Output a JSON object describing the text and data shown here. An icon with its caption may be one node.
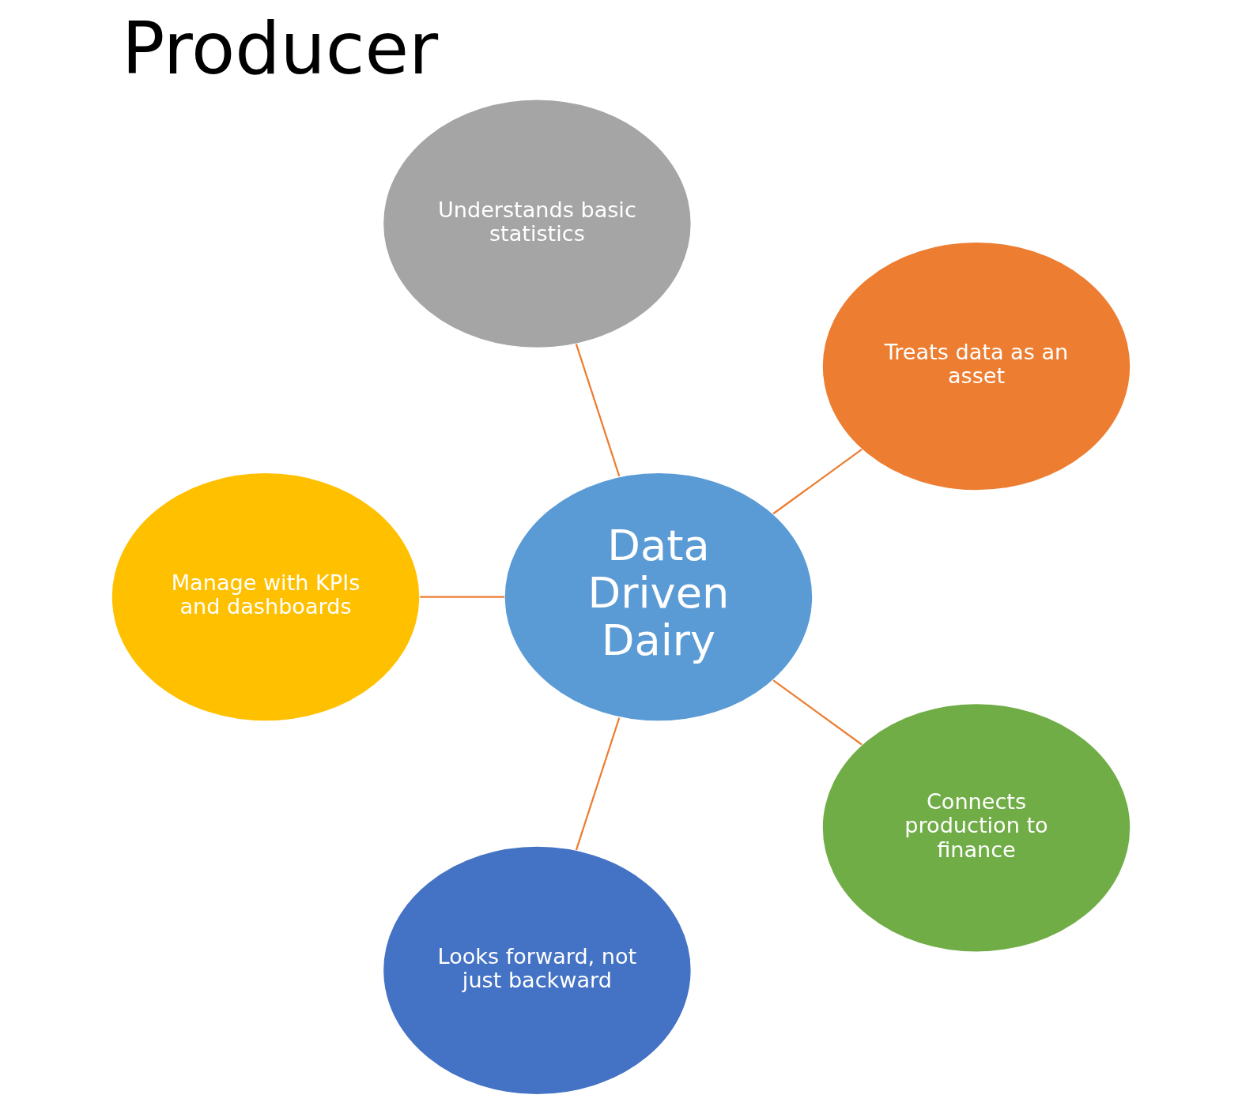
{
  "diagram": {
    "title": "Producer",
    "nodes": [
      {
        "text": [
          "Data Driven Dairy"
        ]
      },
      {
        "text": [
          "Treats data as an asset"
        ]
      },
      {
        "text": [
          "Understands basic statistics"
        ]
      },
      {
        "text": [
          "Manage with KPIs and dashboards"
        ]
      },
      {
        "text": [
          "Looks forward, not just backward"
        ]
      },
      {
        "text": [
          "Connects production to finance"
        ]
      }
    ],
    "edges": [
      {
        "from": 0,
        "to": 1,
        "arrow": "none"
      },
      {
        "from": 0,
        "to": 2,
        "arrow": "none"
      },
      {
        "from": 0,
        "to": 3,
        "arrow": "none"
      },
      {
        "from": 0,
        "to": 4,
        "arrow": "none"
      },
      {
        "from": 0,
        "to": 5,
        "arrow": "none"
      }
    ]
  }
}
